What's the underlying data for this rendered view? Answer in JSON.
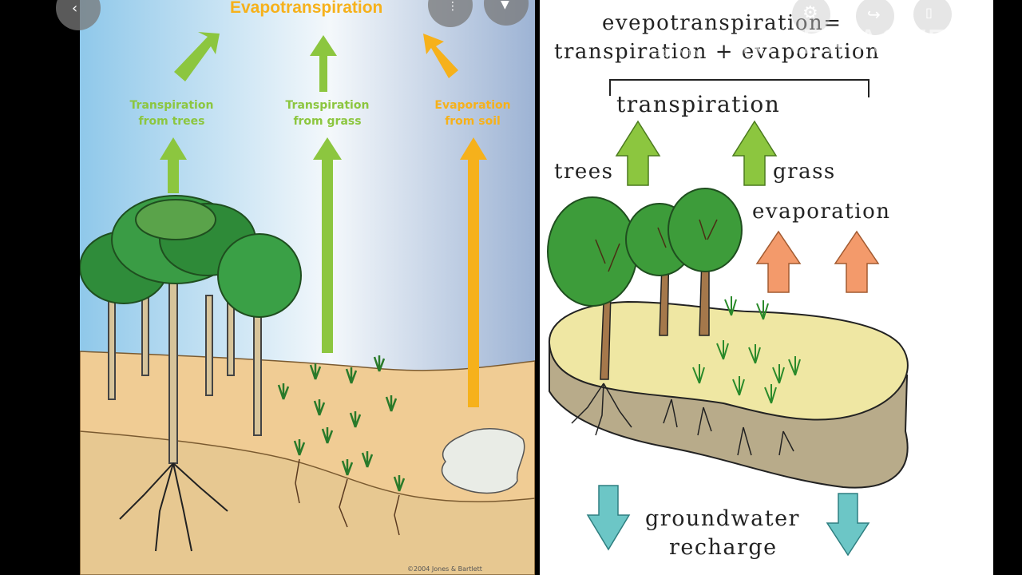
{
  "left": {
    "title_a": "Evapo",
    "title_b": "transpiration",
    "label_trees_1": "Transpiration",
    "label_trees_2": "from trees",
    "label_grass_1": "Transpiration",
    "label_grass_2": "from grass",
    "label_soil_1": "Evaporation",
    "label_soil_2": "from soil",
    "credit": "©2004 Jones & Bartlett"
  },
  "right": {
    "line1": "evepotranspiration=",
    "line2": "transpiration + evaporation",
    "bracket_label": "transpiration",
    "trees": "trees",
    "grass": "grass",
    "evaporation": "evaporation",
    "ground_1": "groundwater",
    "ground_2": "recharge"
  },
  "watermark": {
    "made_with": "Made with",
    "brand": "KINEMASTER"
  },
  "colors": {
    "green_arrow": "#8cc63f",
    "orange_arrow": "#f6b11b",
    "peach_arrow": "#f39a6b",
    "teal_arrow": "#6cc6c6"
  }
}
